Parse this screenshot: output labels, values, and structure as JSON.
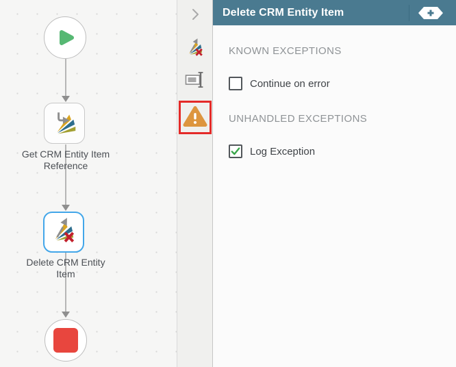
{
  "properties_panel": {
    "title": "Delete CRM Entity Item",
    "add_reference_button_label": "+",
    "toolbar_icons": [
      "chevron-right-icon",
      "smartobject-delete-step-icon",
      "rename-step-icon",
      "exception-warning-icon"
    ],
    "sections": [
      {
        "heading": "KNOWN EXCEPTIONS",
        "items": [
          {
            "label": "Continue on error",
            "checked": false
          }
        ]
      },
      {
        "heading": "UNHANDLED EXCEPTIONS",
        "items": [
          {
            "label": "Log Exception",
            "checked": true
          }
        ]
      }
    ]
  },
  "workflow_canvas": {
    "nodes": [
      {
        "type": "start",
        "icon": "play-icon"
      },
      {
        "type": "step",
        "icon": "smartobject-icon",
        "label_lines": [
          "Get CRM Entity Item",
          "Reference"
        ]
      },
      {
        "type": "step",
        "icon": "smartobject-delete-icon",
        "label_lines": [
          "Delete CRM Entity",
          "Item"
        ],
        "selected": true
      },
      {
        "type": "end",
        "icon": "stop-icon"
      }
    ]
  },
  "colors": {
    "panel_header": "#4a7a90",
    "selected_node_border": "#42a6e9",
    "play_green": "#56b873",
    "stop_red": "#e8463e",
    "warning_orange": "#dd953e",
    "highlight_red": "#e42a28",
    "check_green": "#3aa64b"
  }
}
